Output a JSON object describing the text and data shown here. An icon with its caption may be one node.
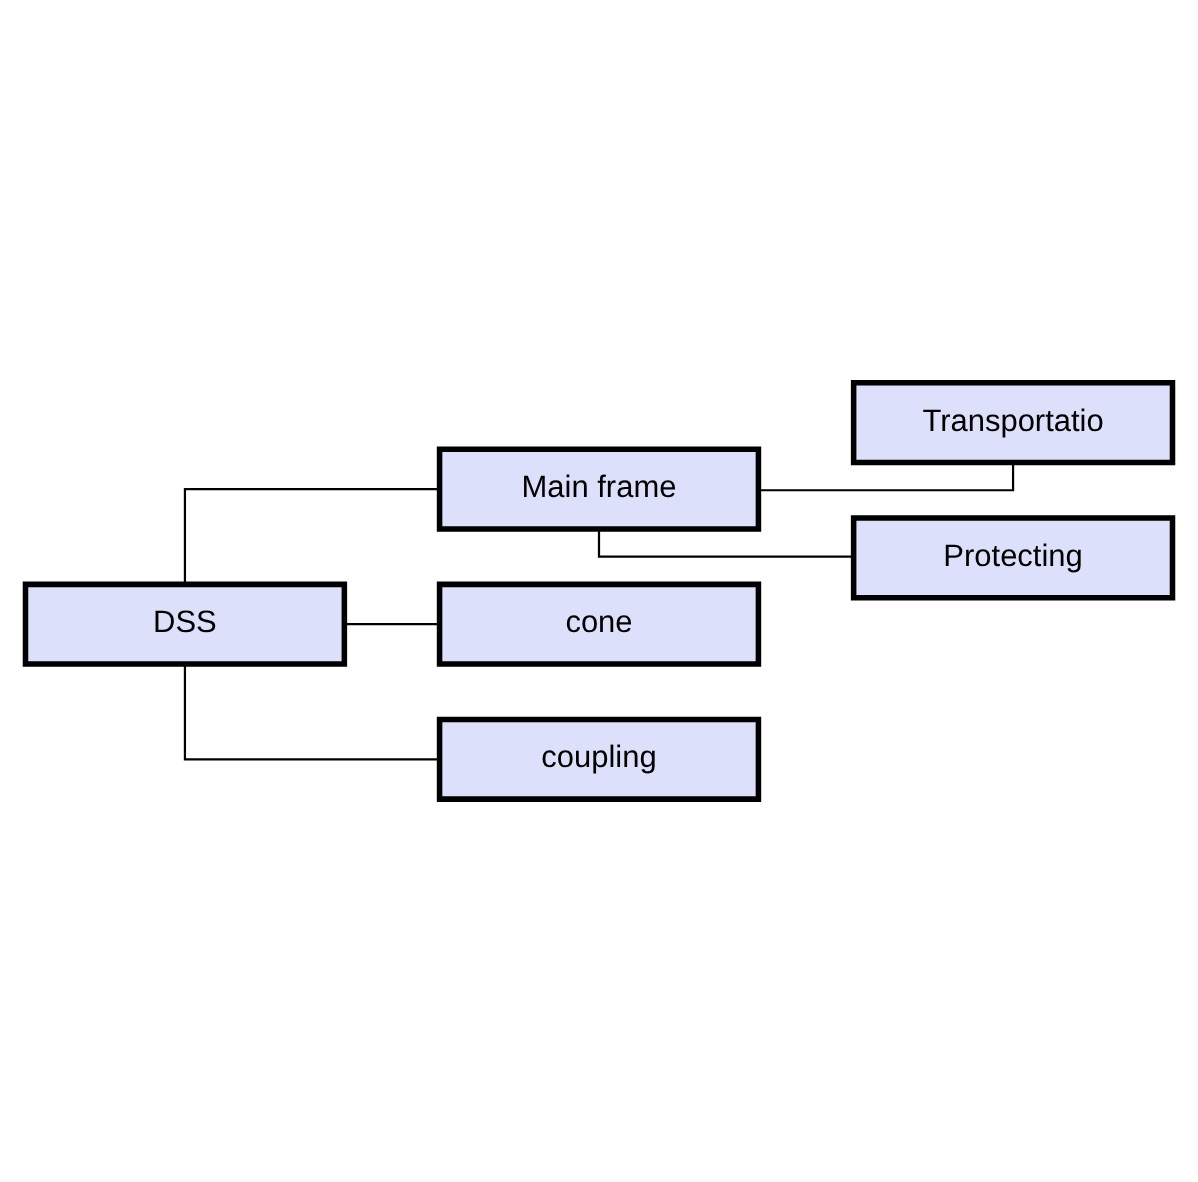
{
  "diagram": {
    "nodes": [
      {
        "text": [
          "DSS"
        ]
      },
      {
        "text": [
          "Main frame"
        ]
      },
      {
        "text": [
          "Transportatio"
        ]
      },
      {
        "text": [
          "Protecting"
        ]
      },
      {
        "text": [
          "cone"
        ]
      },
      {
        "text": [
          "coupling"
        ]
      }
    ],
    "edges": [
      {
        "from": 0,
        "to": 1,
        "arrow": "none"
      },
      {
        "from": 1,
        "to": 2,
        "arrow": "none"
      },
      {
        "from": 1,
        "to": 3,
        "arrow": "none"
      },
      {
        "from": 0,
        "to": 4,
        "arrow": "none"
      },
      {
        "from": 0,
        "to": 5,
        "arrow": "none"
      }
    ]
  }
}
